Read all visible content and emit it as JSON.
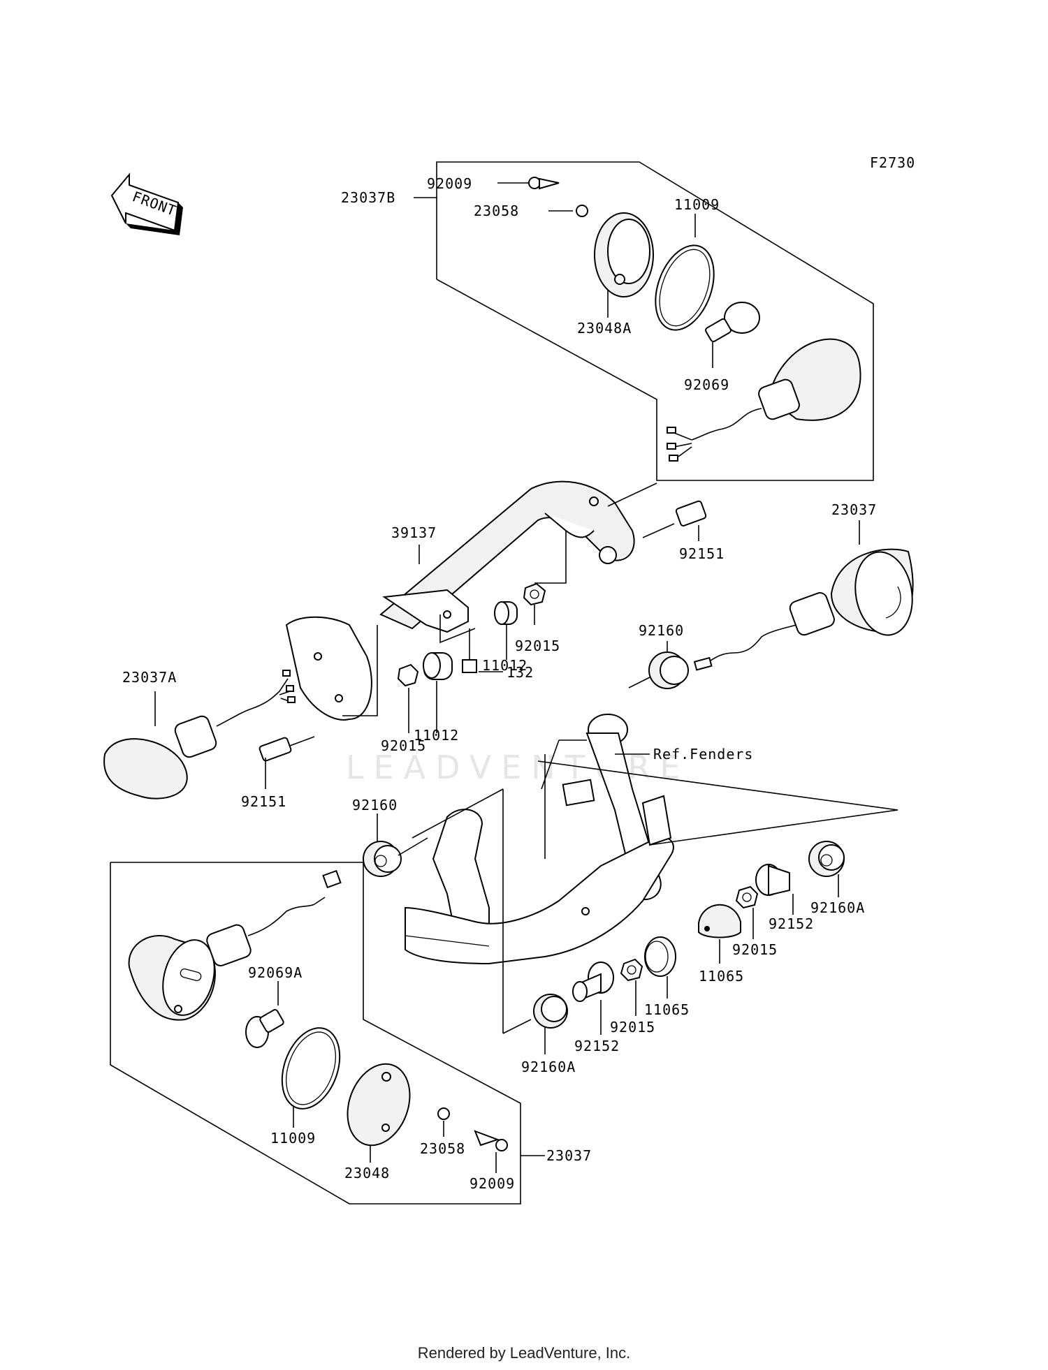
{
  "diagram_code": "F2730",
  "front_label": "FRONT",
  "watermark": "LEADVENTURE",
  "footer": "Rendered by LeadVenture, Inc.",
  "labels": {
    "l_92009_top": "92009",
    "l_23058_top": "23058",
    "l_23037B": "23037B",
    "l_11009_top": "11009",
    "l_23048A": "23048A",
    "l_92069": "92069",
    "l_23037_right": "23037",
    "l_39137": "39137",
    "l_92151_right": "92151",
    "l_92015_a": "92015",
    "l_11012_a": "11012",
    "l_92160_a": "92160",
    "l_23037A": "23037A",
    "l_132": "132",
    "l_92015_b": "92015",
    "l_11012_b": "11012",
    "l_ref_fenders": "Ref.Fenders",
    "l_92151_left": "92151",
    "l_92160_b": "92160",
    "l_92160A_right": "92160A",
    "l_92152_right": "92152",
    "l_92015_c": "92015",
    "l_11065_right": "11065",
    "l_11065_mid": "11065",
    "l_92015_d": "92015",
    "l_92152_mid": "92152",
    "l_92160A_mid": "92160A",
    "l_92069A": "92069A",
    "l_11009_bottom": "11009",
    "l_23048": "23048",
    "l_23058_bottom": "23058",
    "l_92009_bottom": "92009",
    "l_23037_bottom": "23037"
  }
}
